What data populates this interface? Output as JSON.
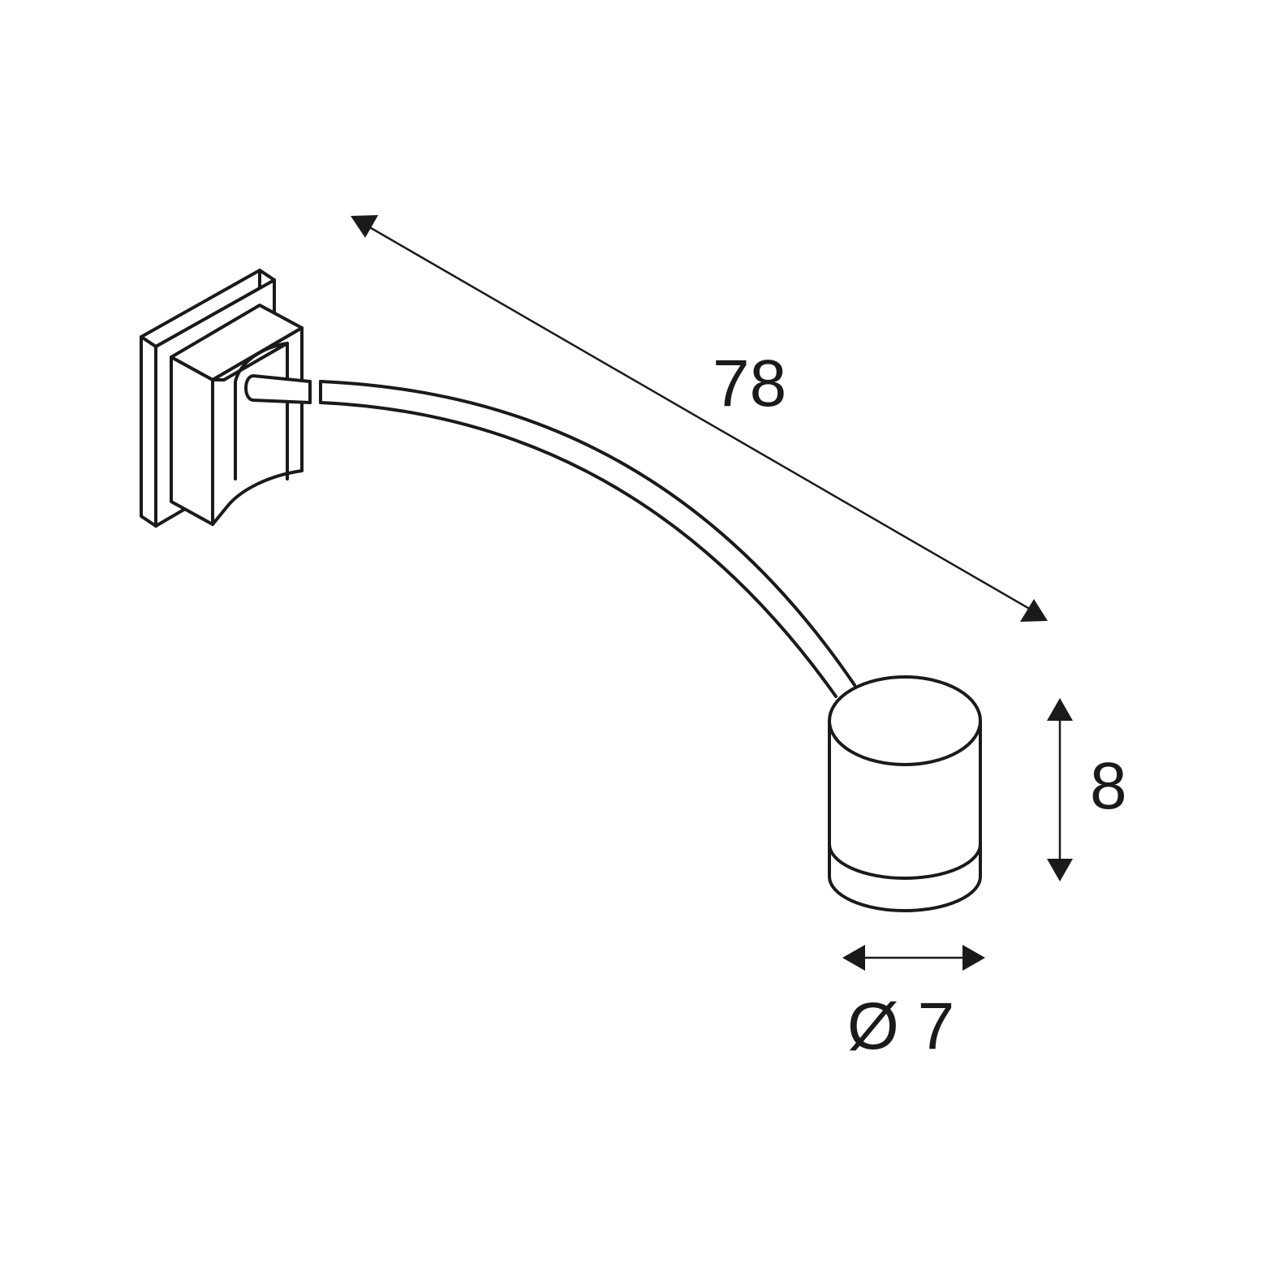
{
  "dimensions": {
    "arm_length": "78",
    "head_height": "8",
    "head_diameter": "Ø 7"
  },
  "colors": {
    "ink": "#1a1a1a",
    "background": "#ffffff"
  }
}
